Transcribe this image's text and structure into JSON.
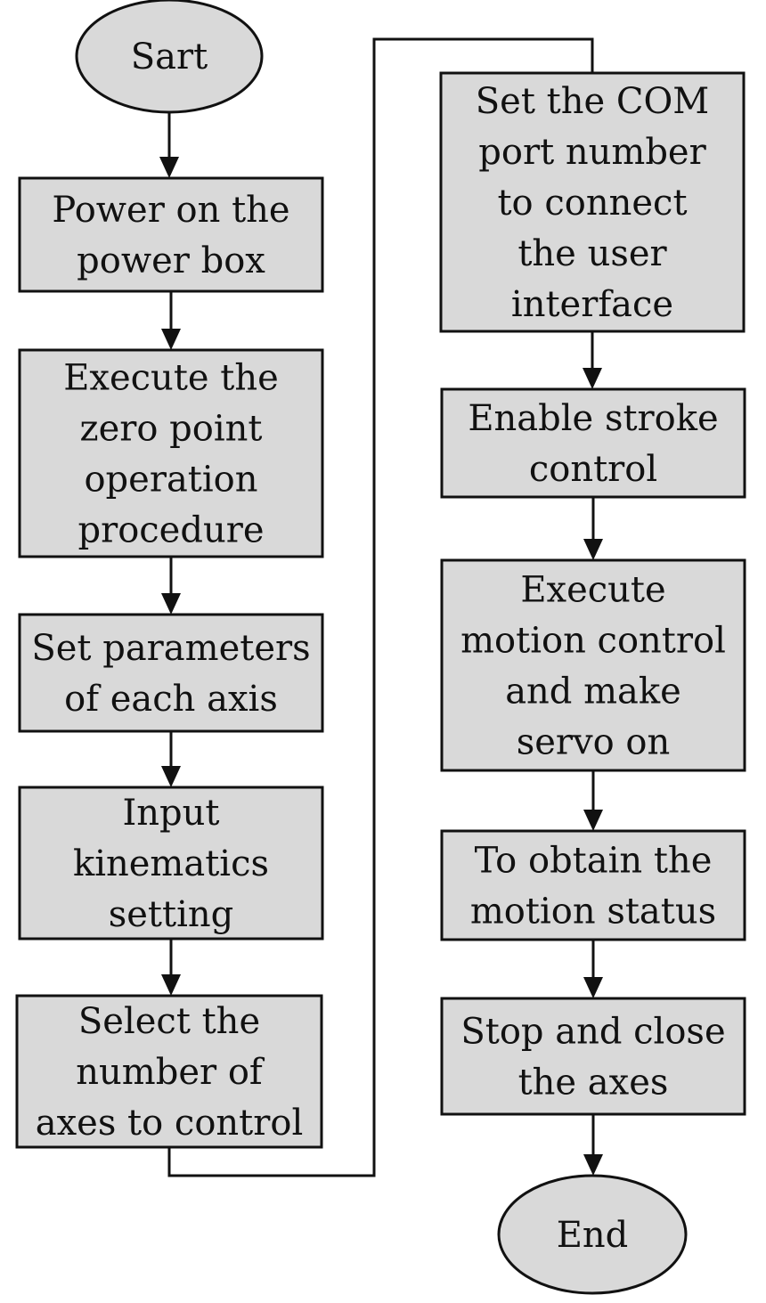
{
  "colors": {
    "node_fill": "#d9d9d9",
    "stroke": "#111111",
    "background": "#ffffff"
  },
  "nodes": [
    {
      "id": "start",
      "shape": "ellipse",
      "lines": [
        "Sart"
      ]
    },
    {
      "id": "power-on",
      "shape": "rect",
      "lines": [
        "Power on the",
        "power box"
      ]
    },
    {
      "id": "zero-point",
      "shape": "rect",
      "lines": [
        "Execute the",
        "zero point",
        "operation",
        "procedure"
      ]
    },
    {
      "id": "set-parameters",
      "shape": "rect",
      "lines": [
        "Set parameters",
        "of each axis"
      ]
    },
    {
      "id": "input-kinematics",
      "shape": "rect",
      "lines": [
        "Input",
        "kinematics",
        "setting"
      ]
    },
    {
      "id": "select-axes",
      "shape": "rect",
      "lines": [
        "Select the",
        "number of",
        "axes to control"
      ]
    },
    {
      "id": "set-com-port",
      "shape": "rect",
      "lines": [
        "Set the COM",
        "port number",
        "to connect",
        "the user",
        "interface"
      ]
    },
    {
      "id": "enable-stroke",
      "shape": "rect",
      "lines": [
        "Enable stroke",
        "control"
      ]
    },
    {
      "id": "motion-control",
      "shape": "rect",
      "lines": [
        "Execute",
        "motion control",
        "and make",
        "servo on"
      ]
    },
    {
      "id": "obtain-status",
      "shape": "rect",
      "lines": [
        "To obtain the",
        "motion status"
      ]
    },
    {
      "id": "stop-close",
      "shape": "rect",
      "lines": [
        "Stop and close",
        "the axes"
      ]
    },
    {
      "id": "end",
      "shape": "ellipse",
      "lines": [
        "End"
      ]
    }
  ],
  "edges": [
    {
      "from": "start",
      "to": "power-on"
    },
    {
      "from": "power-on",
      "to": "zero-point"
    },
    {
      "from": "zero-point",
      "to": "set-parameters"
    },
    {
      "from": "set-parameters",
      "to": "input-kinematics"
    },
    {
      "from": "input-kinematics",
      "to": "select-axes"
    },
    {
      "from": "select-axes",
      "to": "set-com-port"
    },
    {
      "from": "set-com-port",
      "to": "enable-stroke"
    },
    {
      "from": "enable-stroke",
      "to": "motion-control"
    },
    {
      "from": "motion-control",
      "to": "obtain-status"
    },
    {
      "from": "obtain-status",
      "to": "stop-close"
    },
    {
      "from": "stop-close",
      "to": "end"
    }
  ]
}
